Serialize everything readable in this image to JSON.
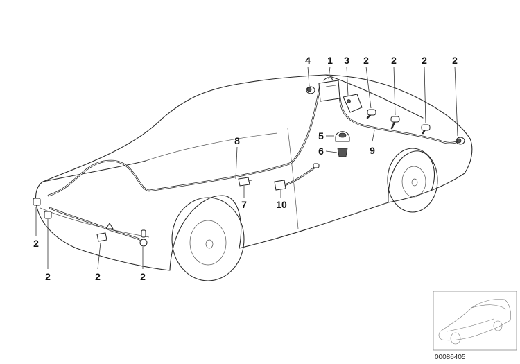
{
  "callouts": [
    {
      "id": "c4",
      "text": "4"
    },
    {
      "id": "c1",
      "text": "1"
    },
    {
      "id": "c3",
      "text": "3"
    },
    {
      "id": "c2a",
      "text": "2"
    },
    {
      "id": "c2b",
      "text": "2"
    },
    {
      "id": "c2c",
      "text": "2"
    },
    {
      "id": "c2d",
      "text": "2"
    },
    {
      "id": "c5",
      "text": "5"
    },
    {
      "id": "c6",
      "text": "6"
    },
    {
      "id": "c9",
      "text": "9"
    },
    {
      "id": "c8",
      "text": "8"
    },
    {
      "id": "c7",
      "text": "7"
    },
    {
      "id": "c10",
      "text": "10"
    },
    {
      "id": "c2e",
      "text": "2"
    },
    {
      "id": "c2f",
      "text": "2"
    },
    {
      "id": "c2g",
      "text": "2"
    },
    {
      "id": "c2h",
      "text": "2"
    }
  ],
  "reference_number": "00086405"
}
